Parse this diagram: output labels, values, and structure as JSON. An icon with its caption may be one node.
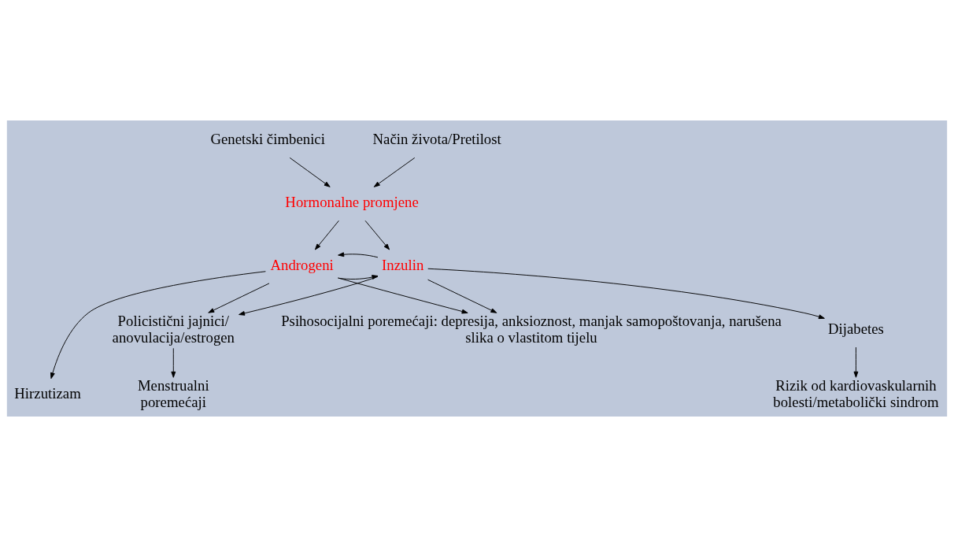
{
  "diagram": {
    "nodes": [
      {
        "text": [
          "Genetski čimbenici"
        ]
      },
      {
        "text": [
          "Način života/Pretilost"
        ]
      },
      {
        "text": [
          "Hormonalne promjene"
        ]
      },
      {
        "text": [
          "Androgeni"
        ]
      },
      {
        "text": [
          "Inzulin"
        ]
      },
      {
        "text": [
          "Policistični jajnici/ anovulacija/estrogen"
        ]
      },
      {
        "text": [
          "Dijabetes"
        ]
      },
      {
        "text": [
          "Hirzutizam"
        ]
      },
      {
        "text": [
          "Menstrualni poremećaji"
        ]
      },
      {
        "text": [
          "Rizik od kardiovaskularnih bolesti/metabolički sindrom"
        ]
      },
      {
        "text": [
          "Psihosocijalni poremećaji: depresija, anksioznost, manjak samopoštovanja, narušena slika o vlastitom tijelu"
        ]
      }
    ],
    "edges": [
      {
        "from": 0,
        "to": 2,
        "arrow": "to"
      },
      {
        "from": 1,
        "to": 2,
        "arrow": "to"
      },
      {
        "from": 2,
        "to": 3,
        "arrow": "to"
      },
      {
        "from": 2,
        "to": 4,
        "arrow": "to"
      },
      {
        "from": 3,
        "to": 4,
        "arrow": "to"
      },
      {
        "from": 4,
        "to": 3,
        "arrow": "to"
      },
      {
        "from": 3,
        "to": 5,
        "arrow": "to"
      },
      {
        "from": 4,
        "to": 5,
        "arrow": "to"
      },
      {
        "from": 4,
        "to": 6,
        "arrow": "to"
      },
      {
        "from": 3,
        "to": 7,
        "arrow": "to"
      },
      {
        "from": 5,
        "to": 8,
        "arrow": "to"
      },
      {
        "from": 6,
        "to": 9,
        "arrow": "to"
      },
      {
        "from": 3,
        "to": 10,
        "arrow": "to"
      },
      {
        "from": 4,
        "to": 10,
        "arrow": "to"
      }
    ]
  }
}
